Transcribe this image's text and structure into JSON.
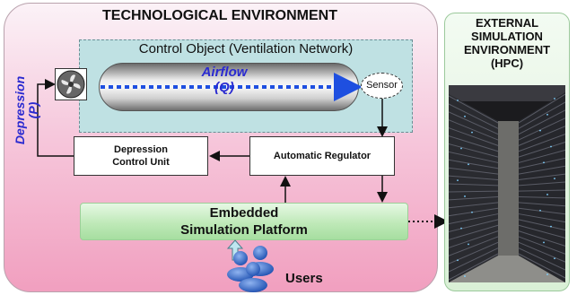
{
  "tech_env": {
    "title": "TECHNOLOGICAL ENVIRONMENT"
  },
  "control_object": {
    "title": "Control Object (Ventilation Network)",
    "airflow_line1": "Airflow",
    "airflow_line2": "(Q)",
    "sensor_label": "Sensor"
  },
  "depression": {
    "line1": "Depression",
    "line2": "(P)"
  },
  "depression_control_unit": {
    "line1": "Depression",
    "line2": "Control Unit"
  },
  "automatic_regulator": {
    "label": "Automatic Regulator"
  },
  "platform": {
    "line1": "Embedded",
    "line2": "Simulation Platform"
  },
  "users": {
    "label": "Users"
  },
  "external_env": {
    "line1": "EXTERNAL",
    "line2": "SIMULATION",
    "line3": "ENVIRONMENT",
    "line4": "(HPC)"
  },
  "colors": {
    "tech_bg": "#f6c8dc",
    "control_bg": "#bfe1e3",
    "flow_blue": "#1e4fe0",
    "label_blue": "#2a2ad0",
    "platform_green": "#bfe9b8",
    "ext_green": "#d9f0d6"
  }
}
